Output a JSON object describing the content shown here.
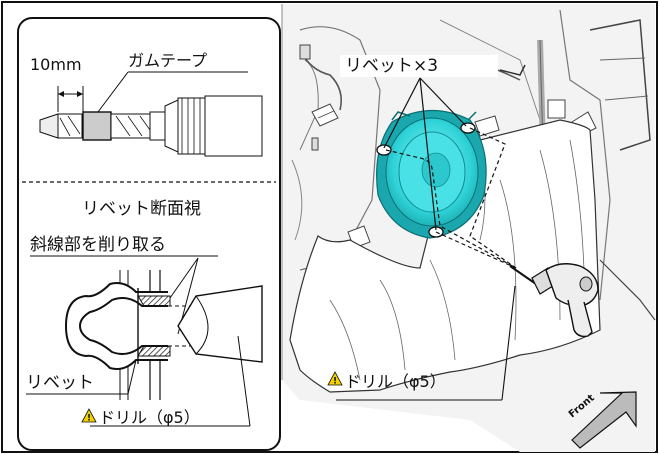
{
  "inset": {
    "dimension": "10mm",
    "tape": "ガムテープ",
    "section_title": "リベット断面視",
    "cut_instruction": "斜線部を削り取る",
    "rivet": "リベット",
    "drill": "ドリル（φ5）"
  },
  "main": {
    "rivets": "リベット×3",
    "drill": "ドリル（φ5）"
  },
  "front_arrow": "Front",
  "colors": {
    "speaker": "#2fd3d8",
    "warning": "#f2d200",
    "line": "#111111"
  }
}
